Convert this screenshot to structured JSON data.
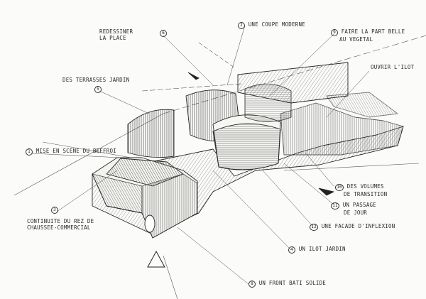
{
  "sketch": {
    "ink": "#2b2b2b",
    "paper": "#fbfbf9",
    "callouts": [
      {
        "num": "",
        "line1": "REDESSINER",
        "line2": "LA PLACE"
      },
      {
        "num": "6",
        "line1": "",
        "line2": ""
      },
      {
        "num": "2",
        "line1": "UNE COUPE MODERNE",
        "line2": ""
      },
      {
        "num": "9",
        "line1": "FAIRE LA PART BELLE",
        "line2": "AU VEGETAL"
      },
      {
        "num": "",
        "line1": "OUVRIR L'ILOT",
        "line2": ""
      },
      {
        "num": "5",
        "line1": "DES TERRASSES JARDIN",
        "line2": ""
      },
      {
        "num": "1",
        "line1": "MISE EN SCENE DU BEFFROI",
        "line2": ""
      },
      {
        "num": "3",
        "line1": "CONTINUITE DU REZ DE",
        "line2": "CHAUSSEE-COMMERCIAL"
      },
      {
        "num": "10",
        "line1": "DES VOLUMES",
        "line2": "DE TRANSITION"
      },
      {
        "num": "11",
        "line1": "UN PASSAGE",
        "line2": "DE JOUR"
      },
      {
        "num": "12",
        "line1": "UNE FACADE D'INFLEXION",
        "line2": ""
      },
      {
        "num": "4",
        "line1": "UN ILOT JARDIN",
        "line2": ""
      },
      {
        "num": "8",
        "line1": "UN FRONT BATI SOLIDE",
        "line2": ""
      }
    ]
  }
}
